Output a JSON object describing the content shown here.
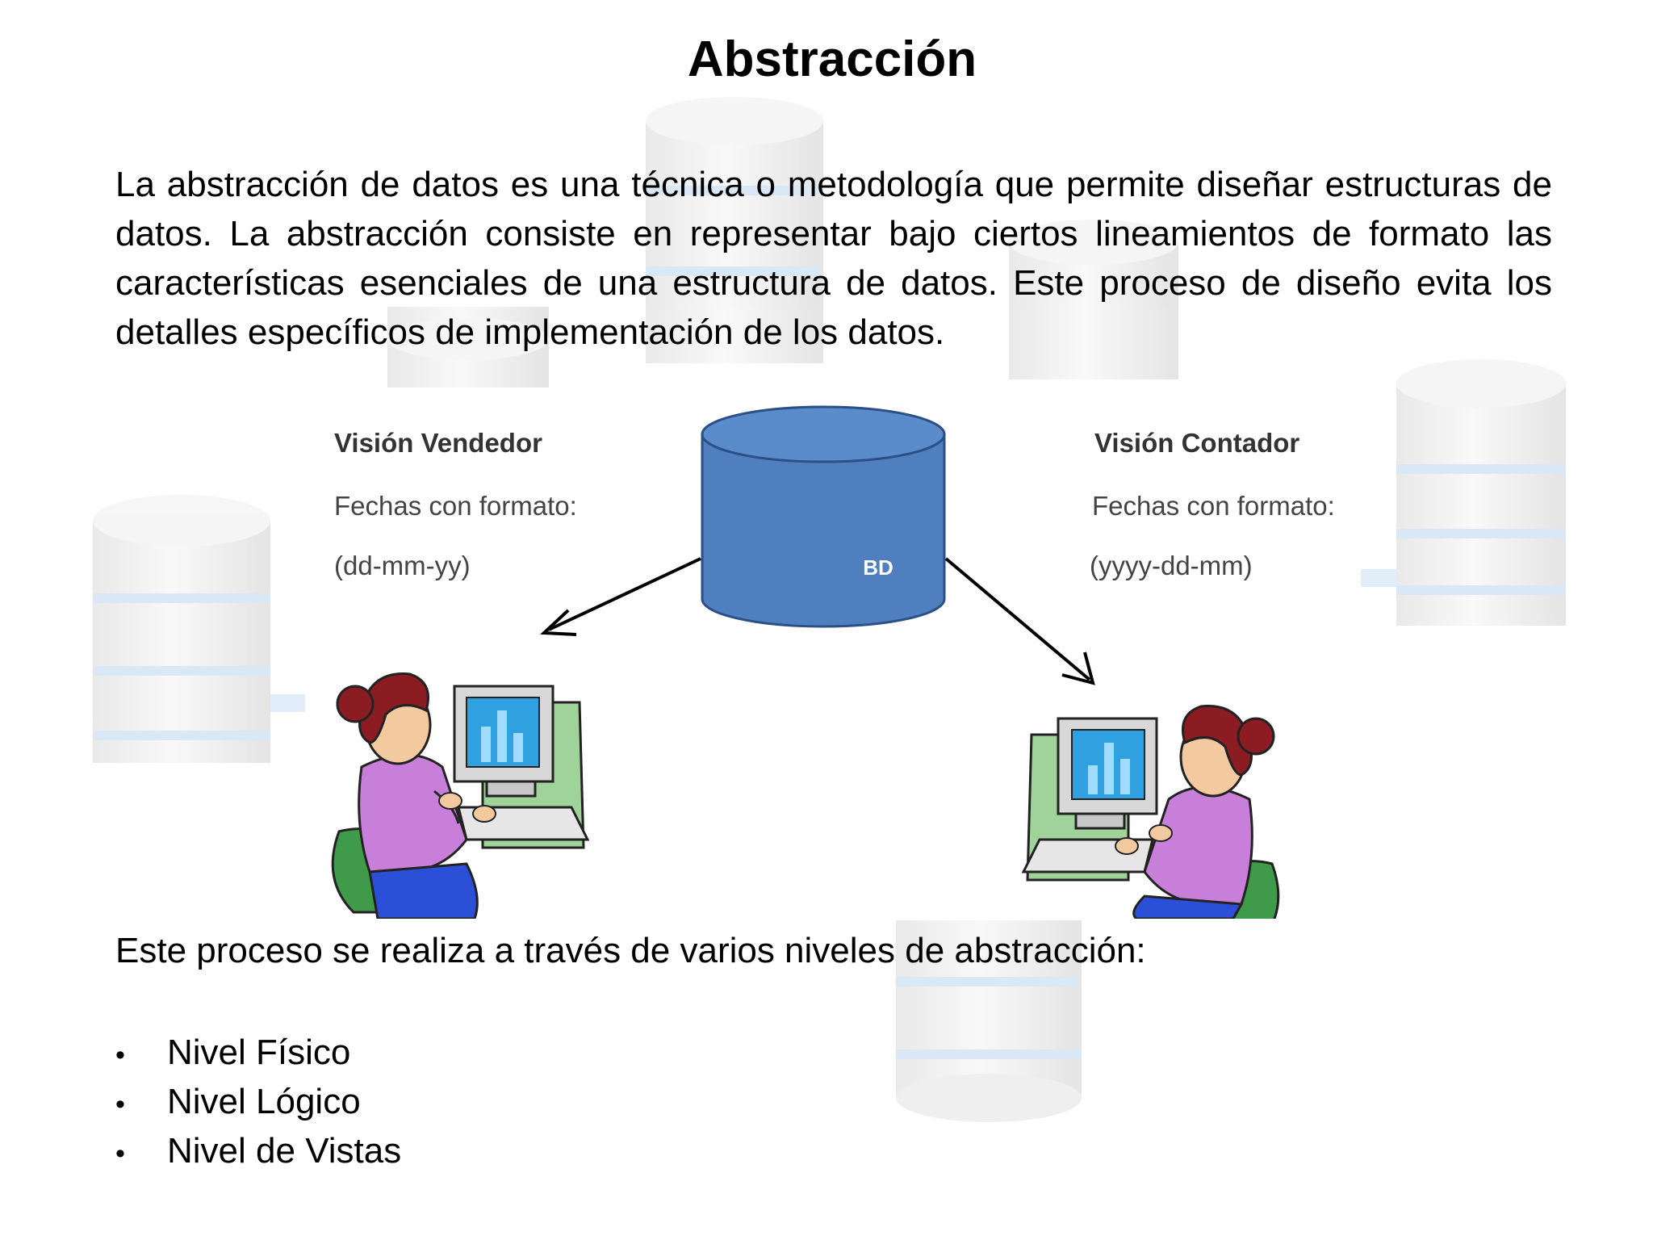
{
  "slide": {
    "title": "Abstracción",
    "paragraph": "La abstracción de datos es una técnica o metodología que permite diseñar estructuras de datos. La abstracción consiste en representar bajo ciertos lineamientos de formato las características esenciales de una estructura de datos. Este proceso de diseño evita los detalles específicos de implementación de los datos.",
    "intro": "Este proceso se realiza a través de varios niveles de abstracción:",
    "levels": [
      {
        "bullet": "•",
        "label": "Nivel Físico"
      },
      {
        "bullet": "•",
        "label": "Nivel Lógico"
      },
      {
        "bullet": "•",
        "label": "Nivel de Vistas"
      }
    ]
  },
  "diagram": {
    "database_label": "BD",
    "left_view": {
      "heading": "Visión Vendedor",
      "line1": "Fechas con formato:",
      "line2": "(dd-mm-yy)"
    },
    "right_view": {
      "heading": "Visión Contador",
      "line1": "Fechas con formato:",
      "line2": "(yyyy-dd-mm)"
    },
    "icons": [
      "database-cylinder-icon",
      "arrow-icon",
      "person-at-computer-icon"
    ]
  },
  "colors": {
    "database_fill": "#4f7fbf",
    "database_stroke": "#2b4f86",
    "hair": "#8a1c22",
    "shirt": "#c77fd9",
    "chair": "#3f9a4a",
    "desk": "#9fd39a",
    "screen": "#2fa0e0"
  }
}
